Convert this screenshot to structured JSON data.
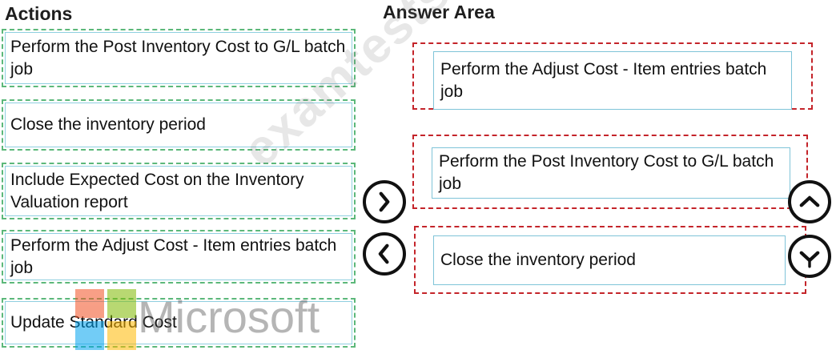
{
  "actions_heading": "Actions",
  "answer_heading": "Answer Area",
  "actions": [
    "Perform the Post Inventory Cost to G/L batch job",
    "Close the inventory period",
    "Include Expected Cost on the Inventory Valuation report",
    "Perform the Adjust Cost - Item entries batch job",
    "Update Standard Cost"
  ],
  "answers": [
    "Perform the Adjust Cost - Item entries batch job",
    "Perform the Post Inventory Cost to G/L batch job",
    "Close the inventory period"
  ],
  "watermark": "examtests.com",
  "logo_text": "Microsoft",
  "colors": {
    "action_border": "#5cb87a",
    "slot_border": "#c4242a",
    "item_border": "#7fc4d8"
  },
  "icons": {
    "move_right": "chevron-right-icon",
    "move_left": "chevron-left-icon",
    "move_up": "chevron-up-icon",
    "move_down": "chevron-down-icon"
  }
}
